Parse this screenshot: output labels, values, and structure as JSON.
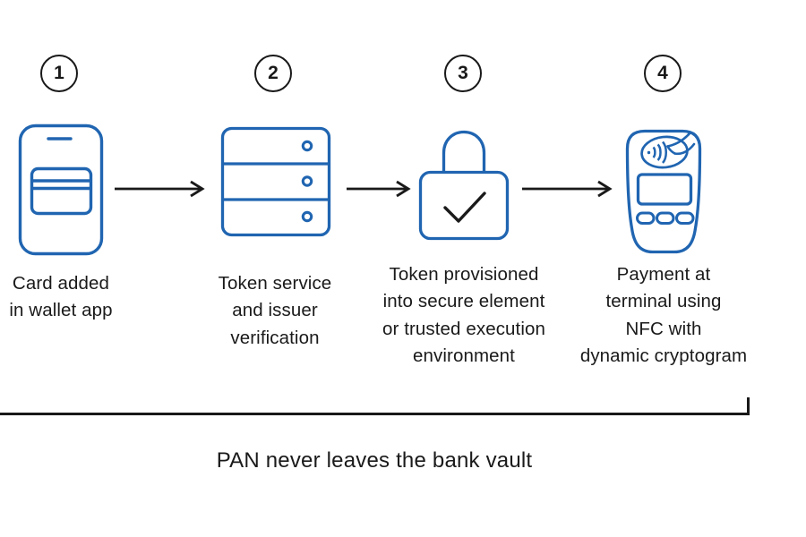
{
  "diagram": {
    "title_semantic": "payment-tokenization-flow",
    "caption": "PAN never leaves the bank vault",
    "colors": {
      "accent_blue": "#2065b1",
      "ink": "#191919",
      "text": "#1a1a1a"
    },
    "steps": [
      {
        "number": "1",
        "icon": "phone-wallet-icon",
        "label": "Card added\nin wallet app"
      },
      {
        "number": "2",
        "icon": "server-icon",
        "label": "Token service\nand issuer\nverification"
      },
      {
        "number": "3",
        "icon": "lock-check-icon",
        "label": "Token provisioned\ninto secure element\nor trusted execution\nenvironment"
      },
      {
        "number": "4",
        "icon": "payment-terminal-icon",
        "label": "Payment at\nterminal using\nNFC with\ndynamic cryptogram"
      }
    ],
    "arrow_count": 3
  }
}
